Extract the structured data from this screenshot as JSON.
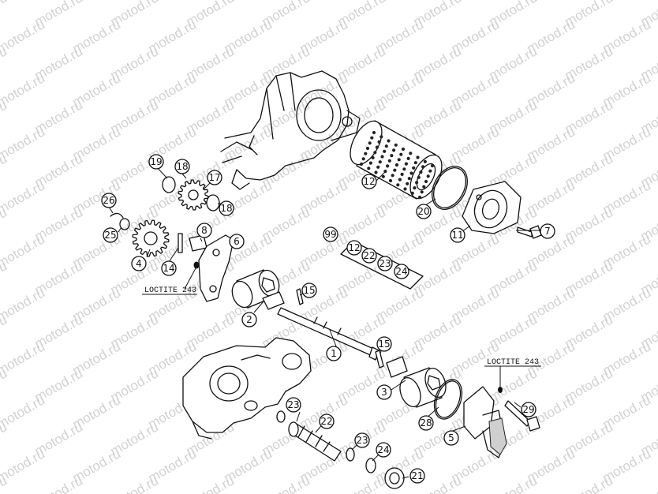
{
  "watermark": {
    "text": "motod.ru"
  },
  "callouts": {
    "c1": "1",
    "c2": "2",
    "c3": "3",
    "c4": "4",
    "c5": "5",
    "c6": "6",
    "c7": "7",
    "c8": "8",
    "c11": "11",
    "c12": "12",
    "c14": "14",
    "c15a": "15",
    "c15b": "15",
    "c17": "17",
    "c18a": "18",
    "c18b": "18",
    "c19": "19",
    "c20": "20",
    "c21": "21",
    "c22": "22",
    "c23a": "23",
    "c23b": "23",
    "c24": "24",
    "c25": "25",
    "c26": "26",
    "c28": "28",
    "c29": "29",
    "c99": "99",
    "k12": "12",
    "k22": "22",
    "k23": "23",
    "k24": "24"
  },
  "notes": {
    "loctite_left": "LOCTITE 243",
    "loctite_right": "LOCTITE 243"
  }
}
